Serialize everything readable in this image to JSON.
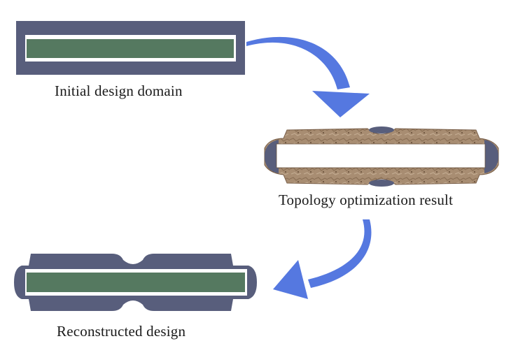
{
  "captions": {
    "initial": "Initial design domain",
    "topology": "Topology optimization result",
    "reconstructed": "Reconstructed design"
  },
  "colors": {
    "frame": "#585e7c",
    "core": "#557960",
    "gap": "#ffffff",
    "optimized_material": "#a88d72",
    "arrow": "#5578e0"
  }
}
